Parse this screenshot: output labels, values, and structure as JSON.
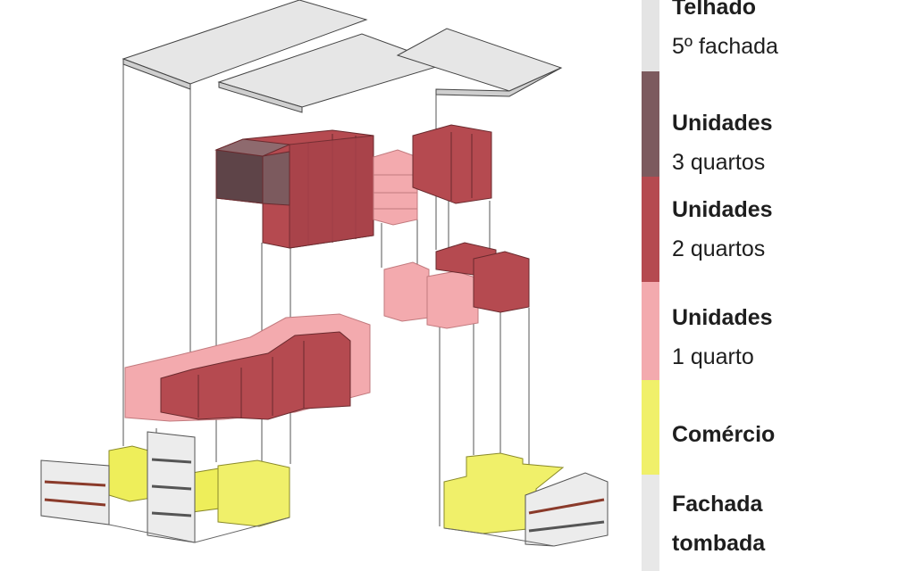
{
  "colors": {
    "roof": "#e4e4e4",
    "three_bed": "#7c5a5e",
    "two_bed": "#b54a50",
    "one_bed": "#f3aaae",
    "commerce": "#f0f06a",
    "facade": "#e8e8e8"
  },
  "legend": [
    {
      "title": "Telhado",
      "subtitle": "5º fachada",
      "color_key": "roof"
    },
    {
      "title": "Unidades",
      "subtitle": "3 quartos",
      "color_key": "three_bed"
    },
    {
      "title": "Unidades",
      "subtitle": "2 quartos",
      "color_key": "two_bed"
    },
    {
      "title": "Unidades",
      "subtitle": "1 quarto",
      "color_key": "one_bed"
    },
    {
      "title": "Comércio",
      "subtitle": "",
      "color_key": "commerce"
    },
    {
      "title": "Fachada",
      "subtitle": "tombada",
      "color_key": "facade"
    }
  ]
}
